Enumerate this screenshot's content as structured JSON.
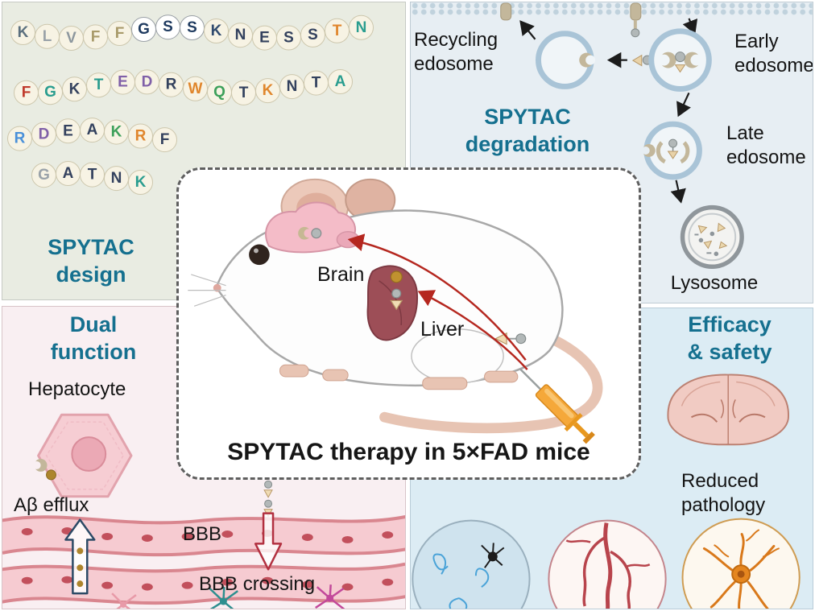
{
  "figure": {
    "title": "SPYTAC therapy in 5×FAD mice",
    "brain_label": "Brain",
    "liver_label": "Liver"
  },
  "design": {
    "title_lines": [
      "SPYTAC",
      "design"
    ],
    "rows": [
      {
        "letters": [
          [
            "K",
            "#5b6f7e"
          ],
          [
            "L",
            "#9aa2a9"
          ],
          [
            "V",
            "#8d979e"
          ],
          [
            "F",
            "#a89a6a"
          ],
          [
            "F",
            "#a89a6a"
          ],
          [
            "G",
            "#1e3a5f",
            "#ffffff"
          ],
          [
            "S",
            "#1e3a5f",
            "#ffffff"
          ],
          [
            "S",
            "#1e3a5f",
            "#ffffff"
          ],
          [
            "K",
            "#2f4a6e"
          ],
          [
            "N",
            "#33415e"
          ],
          [
            "E",
            "#33415e"
          ],
          [
            "S",
            "#33415e"
          ],
          [
            "S",
            "#33415e"
          ],
          [
            "T",
            "#e0862c"
          ],
          [
            "N",
            "#2a9d8f"
          ]
        ]
      },
      {
        "letters": [
          [
            "F",
            "#c0392b"
          ],
          [
            "G",
            "#2a9d8f"
          ],
          [
            "K",
            "#33415e"
          ],
          [
            "T",
            "#2a9d8f"
          ],
          [
            "E",
            "#8060a8"
          ],
          [
            "D",
            "#8060a8"
          ],
          [
            "R",
            "#33415e"
          ],
          [
            "W",
            "#e0862c"
          ],
          [
            "Q",
            "#3da05a"
          ],
          [
            "T",
            "#33415e"
          ],
          [
            "K",
            "#e0862c"
          ],
          [
            "N",
            "#33415e"
          ],
          [
            "T",
            "#33415e"
          ],
          [
            "A",
            "#2a9d8f"
          ]
        ]
      },
      {
        "letters": [
          [
            "R",
            "#4a90d9"
          ],
          [
            "D",
            "#8060a8"
          ],
          [
            "E",
            "#33415e"
          ],
          [
            "A",
            "#33415e"
          ],
          [
            "K",
            "#3da05a"
          ],
          [
            "R",
            "#e0862c"
          ],
          [
            "F",
            "#33415e"
          ]
        ]
      },
      {
        "letters": [
          [
            "G",
            "#9aa2a9"
          ],
          [
            "A",
            "#33415e"
          ],
          [
            "T",
            "#33415e"
          ],
          [
            "N",
            "#33415e"
          ],
          [
            "K",
            "#2a9d8f"
          ]
        ]
      }
    ]
  },
  "degradation": {
    "title_lines": [
      "SPYTAC",
      "degradation"
    ],
    "recycling_lines": [
      "Recycling",
      "edosome"
    ],
    "early_lines": [
      "Early",
      "edosome"
    ],
    "late_lines": [
      "Late",
      "edosome"
    ],
    "lysosome_label": "Lysosome"
  },
  "dual": {
    "title_lines": [
      "Dual",
      "function"
    ],
    "hepatocyte_label": "Hepatocyte",
    "efflux_label": "Aβ efflux",
    "bbb_label": "BBB",
    "crossing_label": "BBB crossing"
  },
  "efficacy": {
    "title_lines": [
      "Efficacy",
      "& safety"
    ],
    "pathology_lines": [
      "Reduced",
      "pathology"
    ]
  },
  "colors": {
    "teal_accent": "#15708f",
    "panel_design_bg": "#e9ece2",
    "panel_degradation_bg": "#e7eef3",
    "panel_dual_bg": "#f9eff2",
    "panel_efficacy_bg": "#dcecf4",
    "arrow_red": "#b5271f",
    "vessel_pink": "#f6cbd1",
    "syringe_orange": "#f5a83a"
  }
}
